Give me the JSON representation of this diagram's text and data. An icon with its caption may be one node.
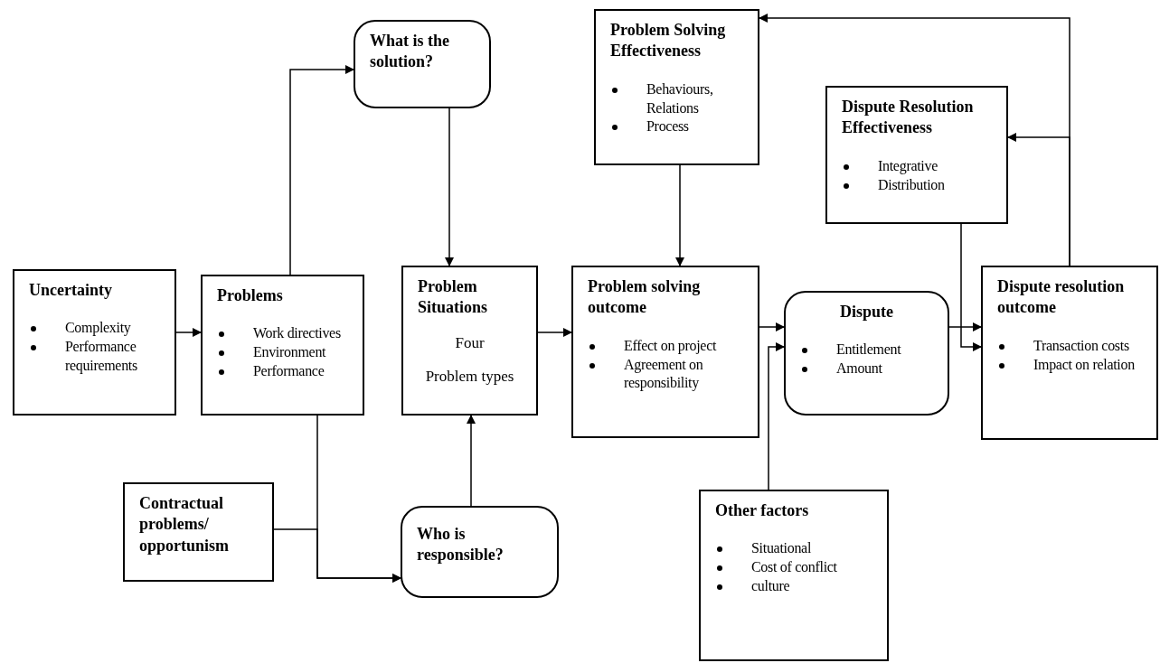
{
  "diagram": {
    "nodes": [
      {
        "text": [
          "Uncertainty",
          "Complexity",
          "Performance requirements"
        ]
      },
      {
        "text": [
          "Problems",
          "Work directives",
          "Environment",
          "Performance"
        ]
      },
      {
        "text": [
          "What is the solution?"
        ]
      },
      {
        "text": [
          "Problem Situations",
          "Four",
          "Problem types"
        ]
      },
      {
        "text": [
          "Problem solving outcome",
          "Effect on project",
          "Agreement on responsibility"
        ]
      },
      {
        "text": [
          "Problem Solving Effectiveness",
          "Behaviours, Relations",
          "Process"
        ]
      },
      {
        "text": [
          "Dispute Resolution Effectiveness",
          "Integrative",
          "Distribution"
        ]
      },
      {
        "text": [
          "Dispute",
          "Entitlement",
          "Amount"
        ]
      },
      {
        "text": [
          "Dispute resolution outcome",
          "Transaction costs",
          "Impact on relation"
        ]
      },
      {
        "text": [
          "Contractual problems/ opportunism"
        ]
      },
      {
        "text": [
          "Who is responsible?"
        ]
      },
      {
        "text": [
          "Other factors",
          "Situational",
          "Cost of conflict",
          "culture"
        ]
      }
    ],
    "edges": [
      {
        "from": 0,
        "to": 1,
        "arrow": "to"
      },
      {
        "from": 1,
        "to": 2,
        "arrow": "to"
      },
      {
        "from": 2,
        "to": 3,
        "arrow": "to"
      },
      {
        "from": 3,
        "to": 4,
        "arrow": "to"
      },
      {
        "from": 5,
        "to": 4,
        "arrow": "to"
      },
      {
        "from": 4,
        "to": 7,
        "arrow": "to"
      },
      {
        "from": 11,
        "to": 7,
        "arrow": "to"
      },
      {
        "from": 7,
        "to": 8,
        "arrow": "to"
      },
      {
        "from": 6,
        "to": 8,
        "arrow": "to"
      },
      {
        "from": 8,
        "to": 5,
        "arrow": "to"
      },
      {
        "from": 8,
        "to": 6,
        "arrow": "to"
      },
      {
        "from": 1,
        "to": 10,
        "arrow": "to"
      },
      {
        "from": 9,
        "to": 10,
        "arrow": "to"
      },
      {
        "from": 10,
        "to": 3,
        "arrow": "to"
      }
    ]
  }
}
